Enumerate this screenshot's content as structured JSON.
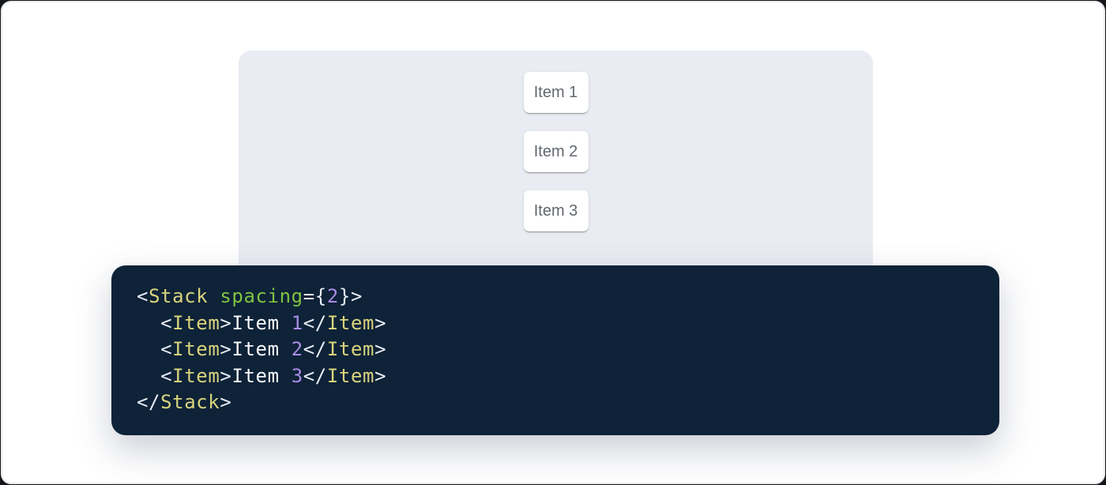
{
  "colors": {
    "page_bg": "#15171a",
    "card_bg": "#ffffff",
    "card_border": "#e9ebee",
    "panel_bg": "#e9ecf2",
    "item_bg": "#ffffff",
    "item_text": "#61676e",
    "code_bg": "#0e2238"
  },
  "demo": {
    "items": [
      "Item 1",
      "Item 2",
      "Item 3"
    ]
  },
  "code": {
    "language": "jsx",
    "colors": {
      "punctuation": "#e8edf4",
      "tag": "#d9d47d",
      "attr-name": "#7fc341",
      "number": "#a98ce5",
      "plain": "#f6f8fa"
    },
    "lines": [
      [
        {
          "type": "punctuation",
          "text": "<"
        },
        {
          "type": "tag",
          "text": "Stack"
        },
        {
          "type": "plain",
          "text": " "
        },
        {
          "type": "attr-name",
          "text": "spacing"
        },
        {
          "type": "punctuation",
          "text": "={"
        },
        {
          "type": "number",
          "text": "2"
        },
        {
          "type": "punctuation",
          "text": "}>"
        }
      ],
      [
        {
          "type": "plain",
          "text": "  "
        },
        {
          "type": "punctuation",
          "text": "<"
        },
        {
          "type": "tag",
          "text": "Item"
        },
        {
          "type": "punctuation",
          "text": ">"
        },
        {
          "type": "plain",
          "text": "Item "
        },
        {
          "type": "number",
          "text": "1"
        },
        {
          "type": "punctuation",
          "text": "</"
        },
        {
          "type": "tag",
          "text": "Item"
        },
        {
          "type": "punctuation",
          "text": ">"
        }
      ],
      [
        {
          "type": "plain",
          "text": "  "
        },
        {
          "type": "punctuation",
          "text": "<"
        },
        {
          "type": "tag",
          "text": "Item"
        },
        {
          "type": "punctuation",
          "text": ">"
        },
        {
          "type": "plain",
          "text": "Item "
        },
        {
          "type": "number",
          "text": "2"
        },
        {
          "type": "punctuation",
          "text": "</"
        },
        {
          "type": "tag",
          "text": "Item"
        },
        {
          "type": "punctuation",
          "text": ">"
        }
      ],
      [
        {
          "type": "plain",
          "text": "  "
        },
        {
          "type": "punctuation",
          "text": "<"
        },
        {
          "type": "tag",
          "text": "Item"
        },
        {
          "type": "punctuation",
          "text": ">"
        },
        {
          "type": "plain",
          "text": "Item "
        },
        {
          "type": "number",
          "text": "3"
        },
        {
          "type": "punctuation",
          "text": "</"
        },
        {
          "type": "tag",
          "text": "Item"
        },
        {
          "type": "punctuation",
          "text": ">"
        }
      ],
      [
        {
          "type": "punctuation",
          "text": "</"
        },
        {
          "type": "tag",
          "text": "Stack"
        },
        {
          "type": "punctuation",
          "text": ">"
        }
      ]
    ]
  }
}
